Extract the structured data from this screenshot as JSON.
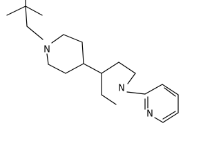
{
  "molecule": {
    "atoms": {
      "n_top": "N",
      "n_mid": "N",
      "n_pyr": "N"
    },
    "colors": {
      "bond": "#000000",
      "heteroatom": "#000000",
      "background": "#ffffff"
    }
  }
}
